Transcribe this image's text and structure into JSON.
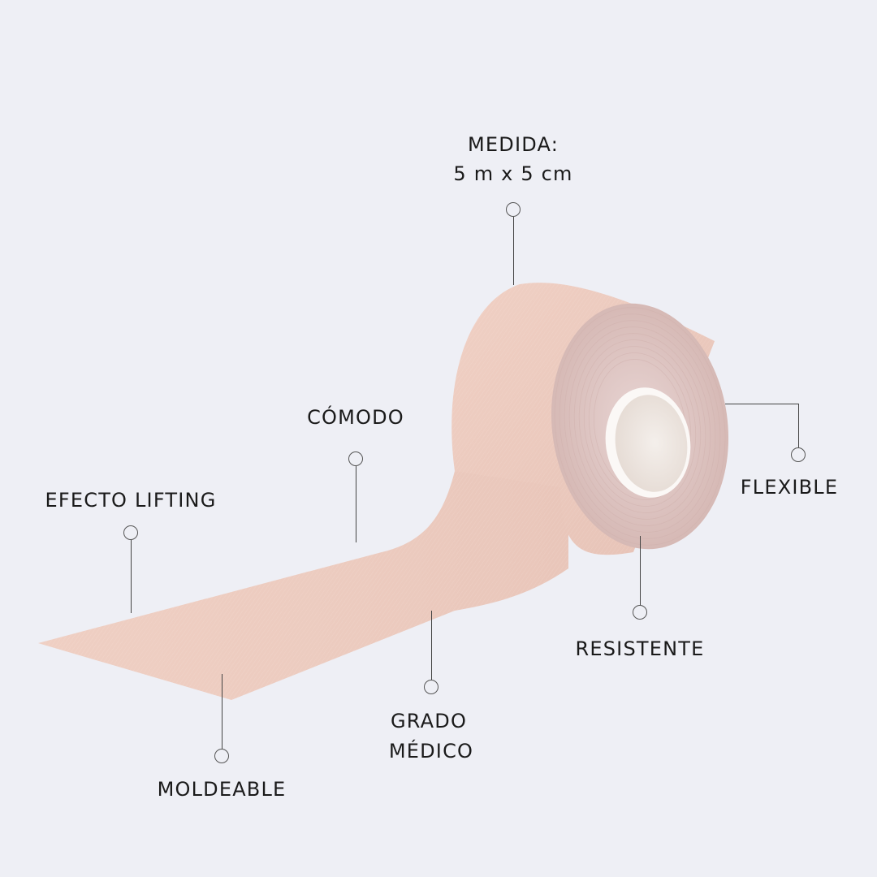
{
  "colors": {
    "background": "#eeeff5",
    "tape_surface": "#eccbbf",
    "tape_side": "#dcc0bd",
    "core": "#f3eeea",
    "text": "#1a1a1a",
    "callout_line": "#444444"
  },
  "features": {
    "medida": {
      "title": "MEDIDA:",
      "value": "5 m x 5 cm"
    },
    "comodo": {
      "label": "CÓMODO"
    },
    "efecto_lifting": {
      "label": "EFECTO LIFTING"
    },
    "flexible": {
      "label": "FLEXIBLE"
    },
    "resistente": {
      "label": "RESISTENTE"
    },
    "grado_medico": {
      "line1": "GRADO",
      "line2": "MÉDICO"
    },
    "moldeable": {
      "label": "MOLDEABLE"
    }
  },
  "image": {
    "subject": "beige kinesiology tape roll with unrolled strip"
  }
}
